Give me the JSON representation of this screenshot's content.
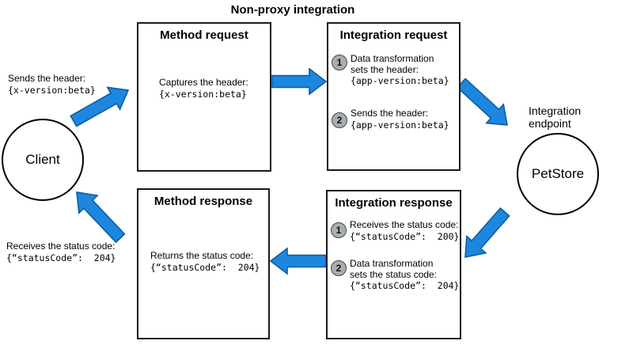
{
  "title": "Non-proxy integration",
  "colors": {
    "arrow_fill": "#1d87e0",
    "arrow_stroke": "#0c5ca3",
    "badge_fill": "#a8adb0",
    "badge_stroke": "#43494b",
    "box_border": "#1a1a1a",
    "text": "#000000"
  },
  "client": {
    "label": "Client",
    "send_note": {
      "line1": "Sends the header:",
      "code": "{x-version:beta}"
    },
    "receive_note": {
      "line1": "Receives the status code:",
      "code": "{“statusCode”:  204}"
    }
  },
  "endpoint": {
    "caption_line1": "Integration",
    "caption_line2": "endpoint",
    "label": "PetStore"
  },
  "boxes": {
    "method_request": {
      "title": "Method request",
      "line1": "Captures the header:",
      "code": "{x-version:beta}"
    },
    "integration_request": {
      "title": "Integration request",
      "steps": [
        {
          "num": "1",
          "line1": "Data transformation",
          "line2": "sets the header:",
          "code": "{app-version:beta}"
        },
        {
          "num": "2",
          "line1": "Sends the header:",
          "line2": "",
          "code": "{app-version:beta}"
        }
      ]
    },
    "method_response": {
      "title": "Method response",
      "line1": "Returns the status code:",
      "code": "{“statusCode”:  204}"
    },
    "integration_response": {
      "title": "Integration response",
      "steps": [
        {
          "num": "1",
          "line1": "Receives the status code:",
          "line2": "",
          "code": "{“statusCode”:  200}"
        },
        {
          "num": "2",
          "line1": "Data transformation",
          "line2": "sets the status code:",
          "code": "{“statusCode”:  204}"
        }
      ]
    }
  }
}
